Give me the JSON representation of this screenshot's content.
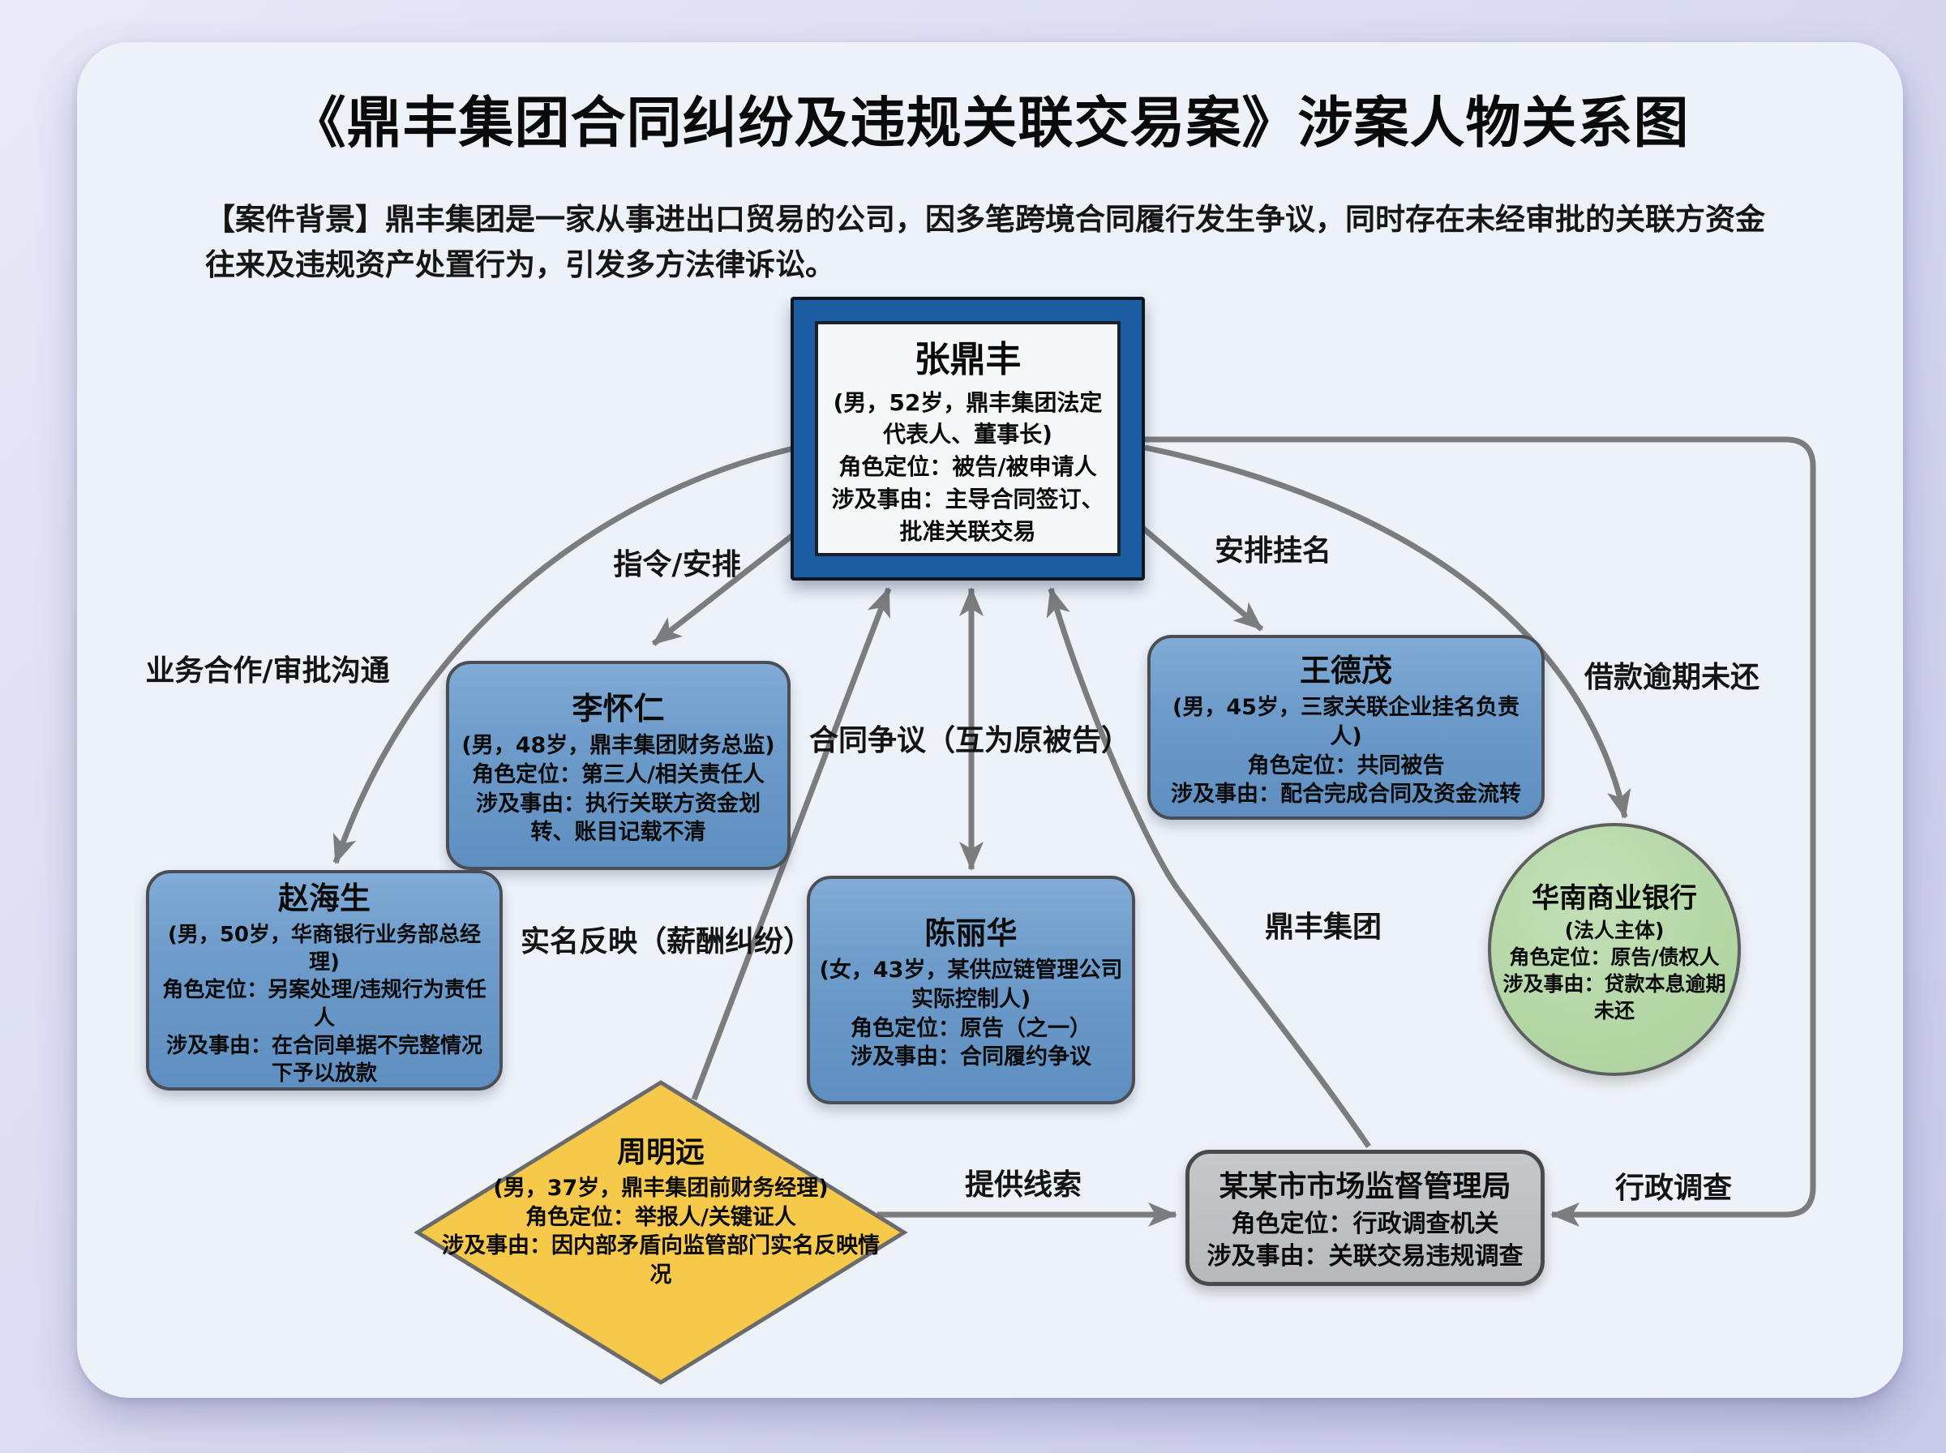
{
  "page": {
    "title": "《鼎丰集团合同纠纷及违规关联交易案》涉案人物关系图",
    "background_label": "【案件背景】",
    "background_text": "鼎丰集团是一家从事进出口贸易的公司，因多笔跨境合同履行发生争议，同时存在未经审批的关联方资金往来及违规资产处置行为，引发多方法律诉讼。"
  },
  "nodes": {
    "zhang": {
      "name": "张鼎丰",
      "lines": [
        "(男，52岁，鼎丰集团法定代表人、董事长)",
        "角色定位：被告/被申请人",
        "涉及事由：主导合同签订、批准关联交易"
      ]
    },
    "li": {
      "name": "李怀仁",
      "lines": [
        "(男，48岁，鼎丰集团财务总监)",
        "角色定位：第三人/相关责任人",
        "涉及事由：执行关联方资金划转、账目记载不清"
      ]
    },
    "wang": {
      "name": "王德茂",
      "lines": [
        "(男，45岁，三家关联企业挂名负责人)",
        "角色定位：共同被告",
        "涉及事由：配合完成合同及资金流转"
      ]
    },
    "zhao": {
      "name": "赵海生",
      "lines": [
        "(男，50岁，华商银行业务部总经理)",
        "角色定位：另案处理/违规行为责任人",
        "涉及事由：在合同单据不完整情况下予以放款"
      ]
    },
    "chen": {
      "name": "陈丽华",
      "lines": [
        "(女，43岁，某供应链管理公司实际控制人)",
        "角色定位：原告（之一）",
        "涉及事由：合同履约争议"
      ]
    },
    "zhou": {
      "name": "周明远",
      "lines": [
        "(男，37岁，鼎丰集团前财务经理)",
        "角色定位：举报人/关键证人",
        "涉及事由：因内部矛盾向监管部门实名反映情况"
      ]
    },
    "bank": {
      "name": "华南商业银行",
      "lines": [
        "(法人主体)",
        "角色定位：原告/债权人",
        "涉及事由：贷款本息逾期未还"
      ]
    },
    "gov": {
      "name": "某某市市场监督管理局",
      "lines": [
        "角色定位：行政调查机关",
        "涉及事由：关联交易违规调查"
      ]
    }
  },
  "edges": {
    "command": "指令/安排",
    "nominee": "安排挂名",
    "cooperation": "业务合作/审批沟通",
    "dispute": "合同争议（互为原被告）",
    "loan": "借款逾期未还",
    "report": "实名反映（薪酬纠纷）",
    "group": "鼎丰集团",
    "clue": "提供线索",
    "investigation": "行政调查"
  },
  "colors": {
    "center_box_blue": "#1c5ca3",
    "person_box_blue": "#6d9bca",
    "bank_green": "#b4d7a6",
    "whistleblower_yellow": "#f6c94b",
    "gov_gray": "#bcbec1",
    "arrow_gray": "#7a7c7e",
    "card_background": "#edf1f8",
    "page_background": "#d9daf0"
  }
}
